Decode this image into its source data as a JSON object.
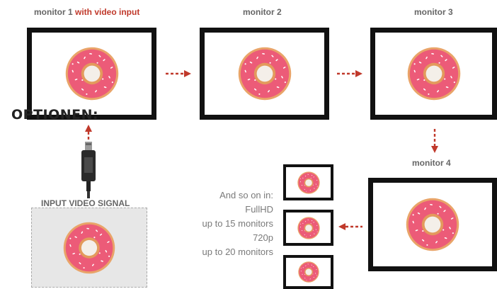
{
  "monitors": [
    {
      "name_part1": "monitor 1",
      "name_accent": "with video input"
    },
    {
      "name": "monitor 2"
    },
    {
      "name": "monitor 3"
    },
    {
      "name": "monitor 4"
    }
  ],
  "overlay_text": "OPTIONEN:",
  "input_label": "INPUT VIDEO SIGNAL",
  "info_lines": [
    "And so on in:",
    "FullHD",
    "up to 15 monitors",
    "720p",
    "up to 20 monitors"
  ],
  "colors": {
    "accent": "#c0392b",
    "arrow": "#c0392b",
    "bezel": "#111111",
    "donut_icing": "#ec5b78",
    "donut_dough": "#e9a469"
  },
  "icons": [
    "donut-icon",
    "hdmi-cable-icon",
    "arrow-right-icon",
    "arrow-down-icon",
    "arrow-up-icon",
    "arrow-left-icon"
  ]
}
